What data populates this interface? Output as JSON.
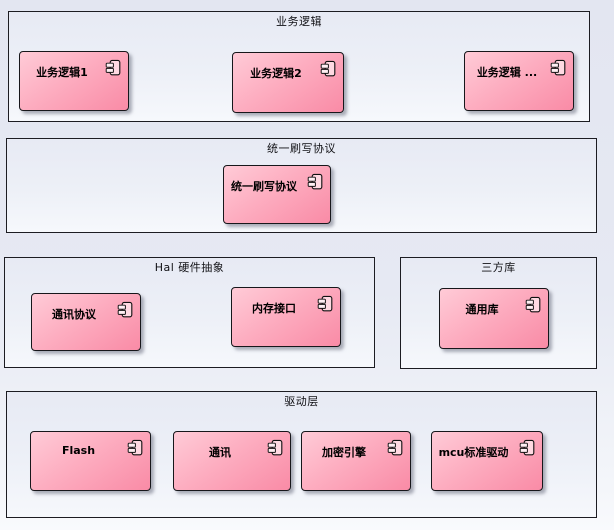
{
  "diagram": {
    "type": "uml-component-diagram",
    "icons": {
      "component_icon": "uml-component-icon"
    },
    "colors": {
      "page_background": "#e4e7f1",
      "frame_fill_top": "#e7eaf4",
      "frame_fill_bottom": "#f6f8fc",
      "frame_border": "#1c1c22",
      "component_gradient_light": "#ffcbd7",
      "component_gradient_dark": "#f98ba6",
      "component_border": "#17171b",
      "shadow": "#6c7080",
      "text": "#000000"
    },
    "containers": [
      {
        "title": "业务逻辑",
        "components": [
          {
            "label": "业务逻辑1"
          },
          {
            "label": "业务逻辑2"
          },
          {
            "label": "业务逻辑 ..."
          }
        ]
      },
      {
        "title": "统一刷写协议",
        "components": [
          {
            "label": "统一刷写协议"
          }
        ]
      },
      {
        "title": "Hal 硬件抽象",
        "components": [
          {
            "label": "通讯协议"
          },
          {
            "label": "内存接口"
          }
        ]
      },
      {
        "title": "三方库",
        "components": [
          {
            "label": "通用库"
          }
        ]
      },
      {
        "title": "驱动层",
        "components": [
          {
            "label": "Flash"
          },
          {
            "label": "通讯"
          },
          {
            "label": "加密引擎"
          },
          {
            "label": "mcu标准驱动"
          }
        ]
      }
    ]
  }
}
